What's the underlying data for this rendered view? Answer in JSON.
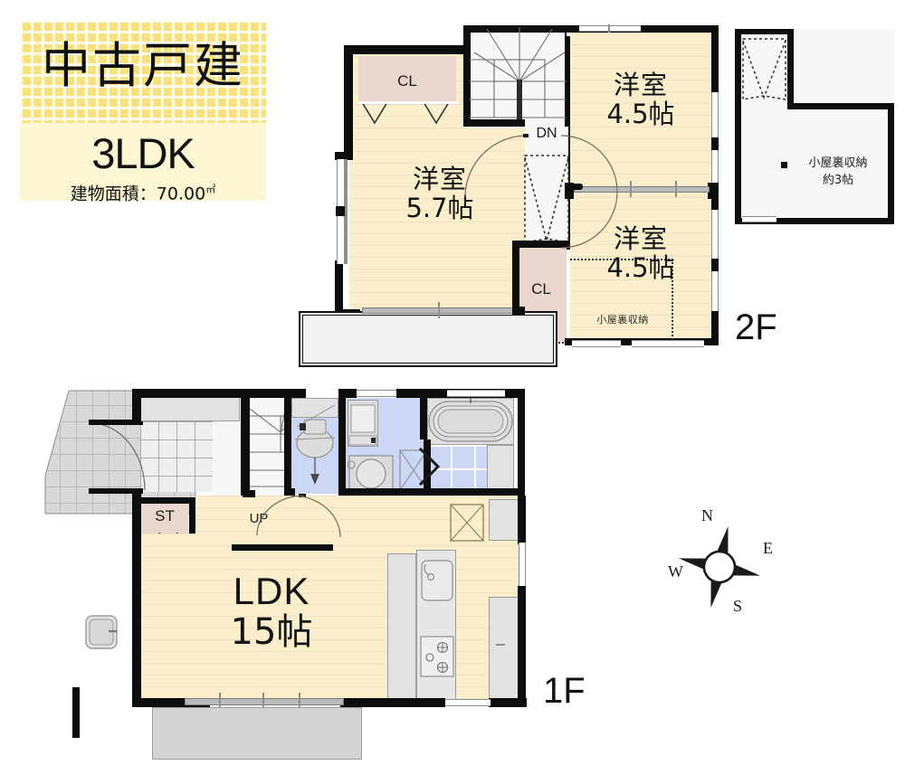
{
  "badge": {
    "title": "中古戸建",
    "plan_type": "3LDK",
    "area_label": "建物面積：70.00",
    "area_unit": "㎡"
  },
  "floors": [
    {
      "id": "2F",
      "label": "2F"
    },
    {
      "id": "1F",
      "label": "1F"
    }
  ],
  "second_floor": {
    "rooms": [
      {
        "name": "洋室",
        "size": "5.7帖"
      },
      {
        "name": "洋室",
        "size": "4.5帖"
      },
      {
        "name": "洋室",
        "size": "4.5帖"
      }
    ],
    "closet_top_label": "CL",
    "closet_mid_label": "CL",
    "stairs_label": "DN",
    "attic_inline_label": "小屋裏収納"
  },
  "attic_unit": {
    "name": "小屋裏収納",
    "size": "約3帖"
  },
  "first_floor": {
    "ldk": {
      "name": "LDK",
      "size": "15帖"
    },
    "storage_label": "ST",
    "stairs_label": "UP"
  },
  "compass": {
    "north": "N",
    "east": "E",
    "south": "S",
    "west": "W"
  },
  "colors": {
    "room_fill": "#faeecb",
    "closet_fill": "#e9d7ce",
    "wall": "#0d0d0d",
    "water_fill": "#ccd7f5",
    "badge_check": "#f8e27c",
    "badge_body": "#fdf6d2"
  }
}
